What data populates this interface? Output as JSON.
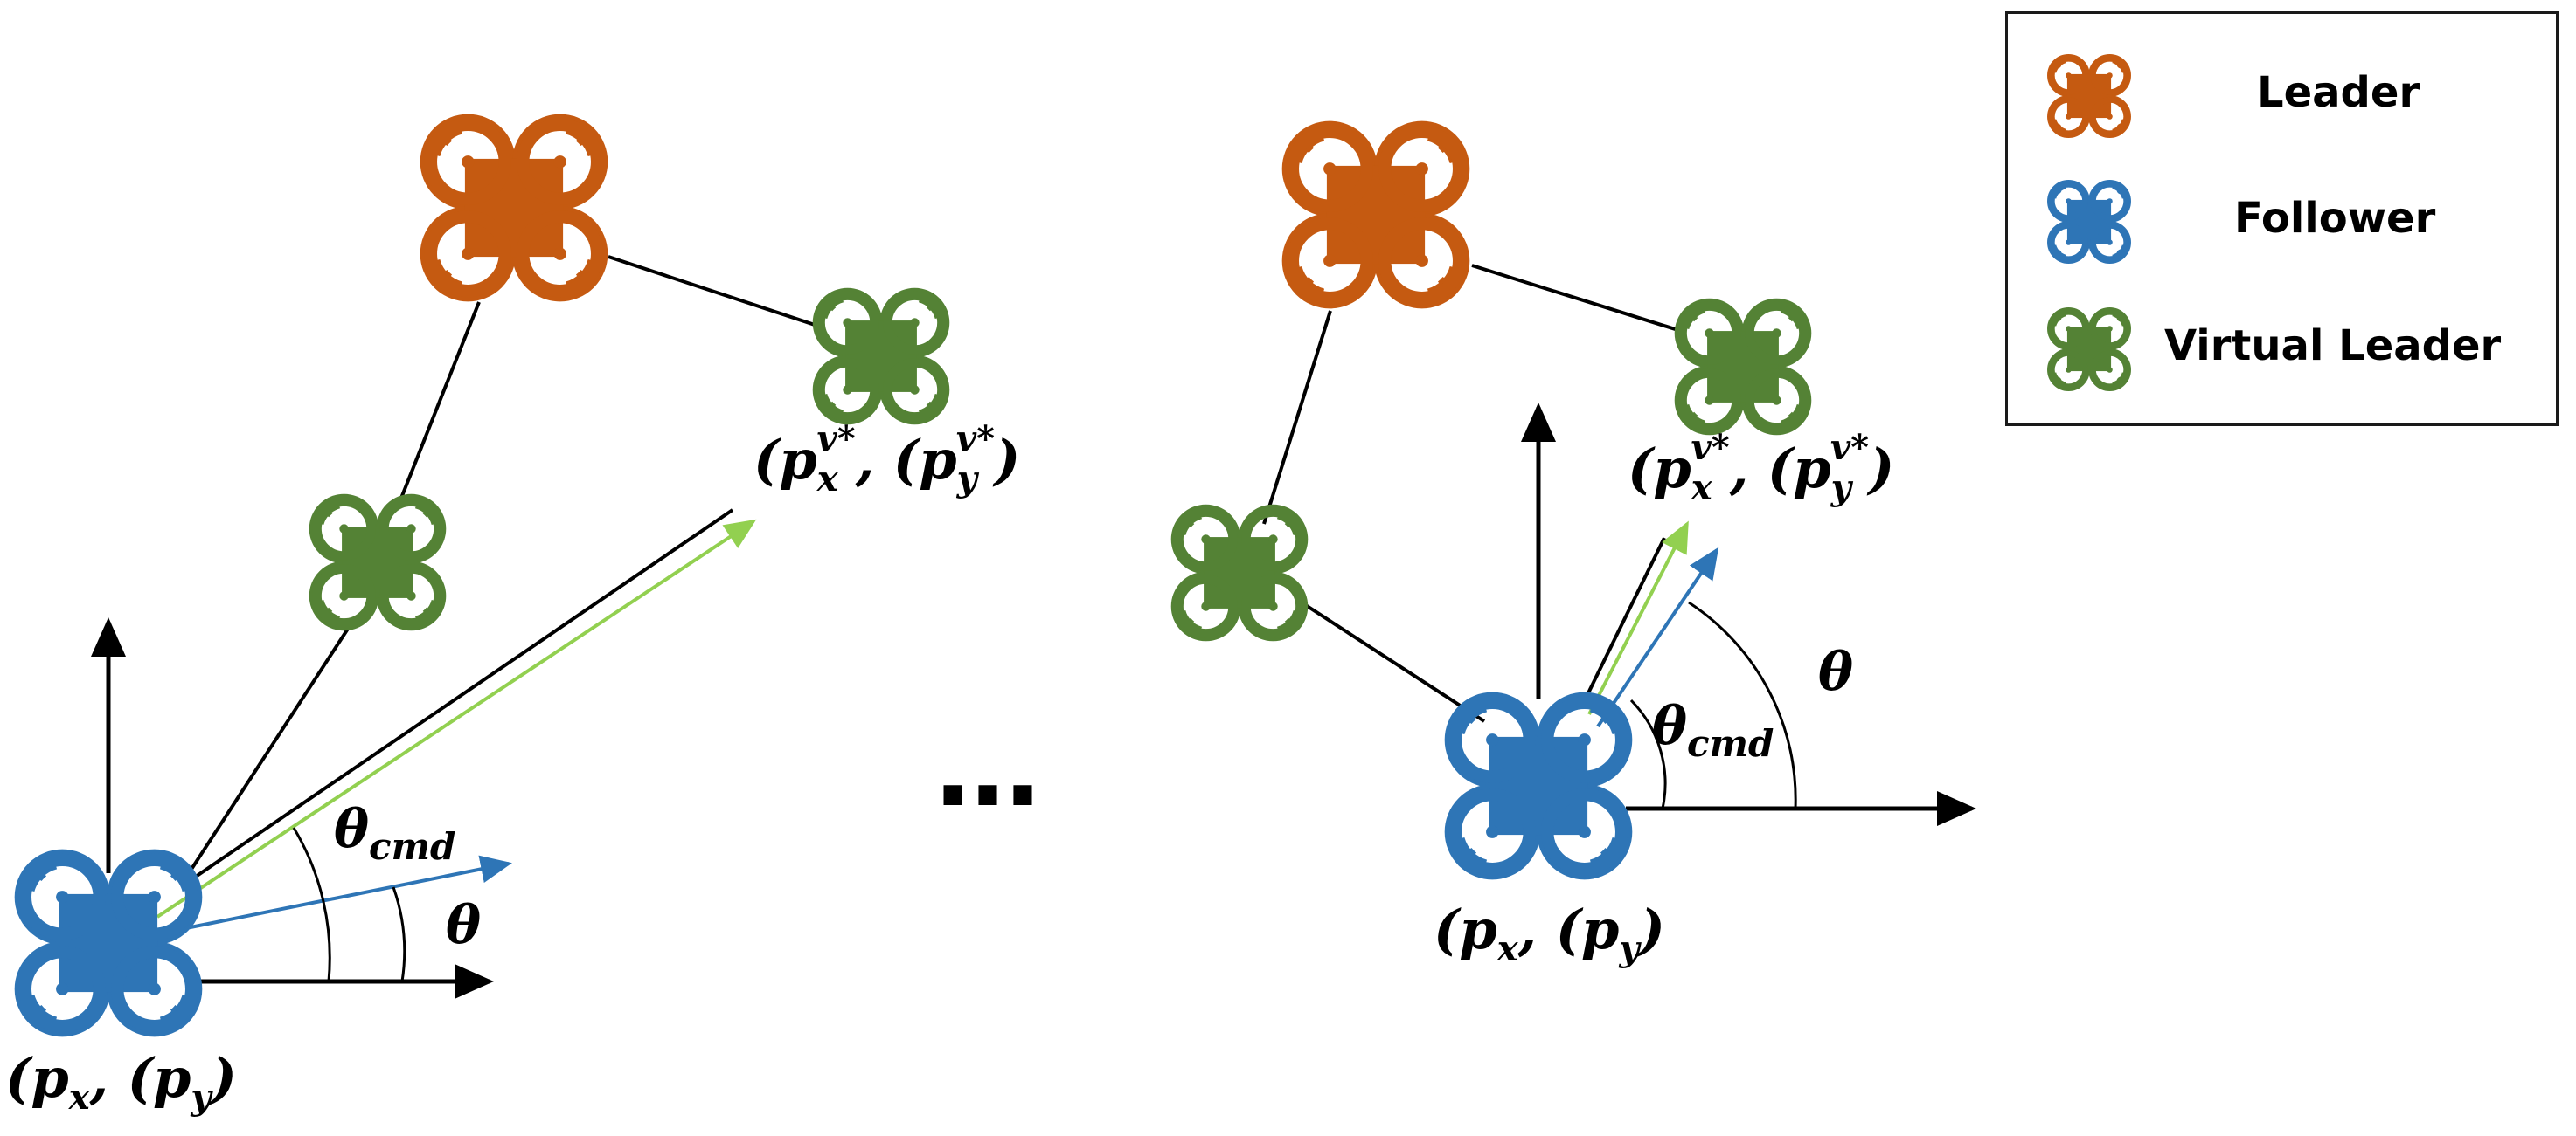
{
  "colors": {
    "leader": "#c55a11",
    "follower": "#2e75b6",
    "virtual_leader": "#548235",
    "command_arrow": "#92d050",
    "line": "#000000"
  },
  "legend": {
    "items": [
      {
        "label": "Leader",
        "icon": "leader-drone-icon"
      },
      {
        "label": "Follower",
        "icon": "follower-drone-icon"
      },
      {
        "label": "Virtual Leader",
        "icon": "virtual-leader-drone-icon"
      }
    ]
  },
  "labels": {
    "virtual_target": {
      "base": "(p",
      "x": "x",
      "y": "y",
      "sup": "v*",
      "comma": ", ",
      "close": ")"
    },
    "follower_position": {
      "base": "(p",
      "x": "x",
      "y": "y",
      "comma": ", ",
      "close": ")"
    },
    "theta": "θ",
    "theta_cmd_base": "θ",
    "theta_cmd_sub": "cmd",
    "ellipsis": "…"
  }
}
